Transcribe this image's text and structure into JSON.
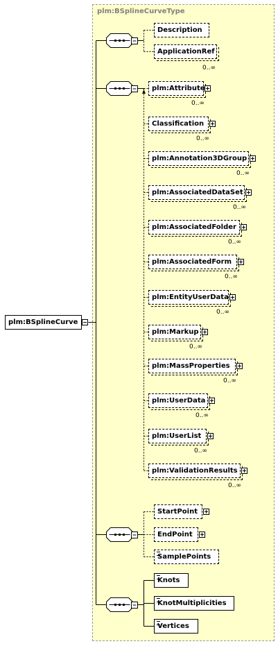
{
  "root": {
    "label": "plm:BSplineCurve"
  },
  "type_label": "plm:BSplineCurveType",
  "groups": [
    {
      "children": [
        {
          "label": "Description"
        },
        {
          "label": "ApplicationRef",
          "card": "0..∞"
        }
      ]
    },
    {
      "children": [
        {
          "label": "plm:Attribute",
          "card": "0..∞"
        },
        {
          "label": "Classification",
          "card": "0..∞"
        },
        {
          "label": "plm:Annotation3DGroup",
          "card": "0..∞"
        },
        {
          "label": "plm:AssociatedDataSet",
          "card": "0..∞"
        },
        {
          "label": "plm:AssociatedFolder",
          "card": "0..∞"
        },
        {
          "label": "plm:AssociatedForm",
          "card": "0..∞"
        },
        {
          "label": "plm:EntityUserData",
          "card": "0..∞"
        },
        {
          "label": "plm:Markup",
          "card": "0..∞"
        },
        {
          "label": "plm:MassProperties",
          "card": "0..∞"
        },
        {
          "label": "plm:UserData",
          "card": "0..∞"
        },
        {
          "label": "plm:UserList",
          "card": "0..∞"
        },
        {
          "label": "plm:ValidationResults",
          "card": "0..∞"
        }
      ]
    },
    {
      "children": [
        {
          "label": "StartPoint"
        },
        {
          "label": "EndPoint"
        },
        {
          "label": "SamplePoints"
        }
      ]
    },
    {
      "children": [
        {
          "label": "Knots"
        },
        {
          "label": "KnotMultiplicities"
        },
        {
          "label": "Vertices"
        }
      ]
    }
  ]
}
